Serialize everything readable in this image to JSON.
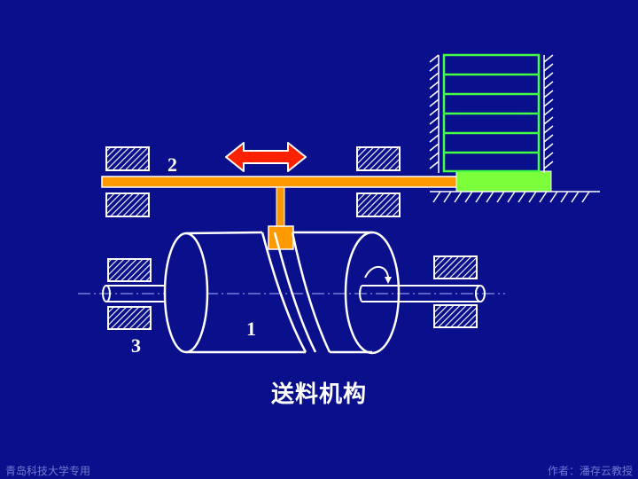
{
  "diagram": {
    "labels": {
      "slider": "2",
      "cam": "1",
      "frame": "3"
    },
    "caption": "送料机构"
  },
  "footer": {
    "left": "青岛科技大学专用",
    "right": "作者：潘存云教授"
  },
  "colors": {
    "background": "#0a0f8c",
    "line": "#ffffff",
    "slider_bar": "#ff9900",
    "block": "#7cff3a",
    "arrow": "#ff2200",
    "stack_outline": "#44ff44"
  }
}
